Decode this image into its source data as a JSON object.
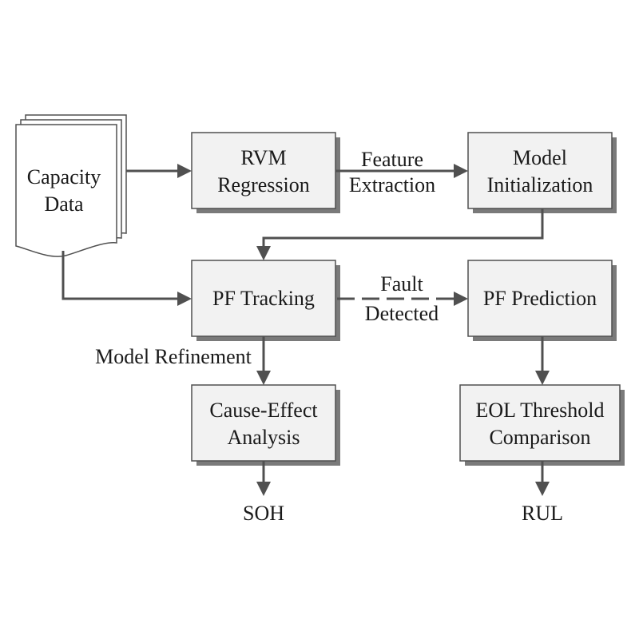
{
  "nodes": {
    "capacity_data": [
      "Capacity",
      "Data"
    ],
    "rvm_regression": [
      "RVM",
      "Regression"
    ],
    "model_initialization": [
      "Model",
      "Initialization"
    ],
    "pf_tracking": [
      "PF Tracking"
    ],
    "pf_prediction": [
      "PF Prediction"
    ],
    "cause_effect_analysis": [
      "Cause-Effect",
      "Analysis"
    ],
    "eol_threshold_comparison": [
      "EOL Threshold",
      "Comparison"
    ]
  },
  "edge_labels": {
    "feature_extraction": [
      "Feature",
      "Extraction"
    ],
    "fault_detected": [
      "Fault",
      "Detected"
    ],
    "model_refinement": "Model Refinement"
  },
  "outputs": {
    "soh": "SOH",
    "rul": "RUL"
  },
  "colors": {
    "box_fill": "#f2f2f2",
    "stroke": "#505050",
    "shadow": "#7a7a7a",
    "text": "#1a1a1a"
  }
}
